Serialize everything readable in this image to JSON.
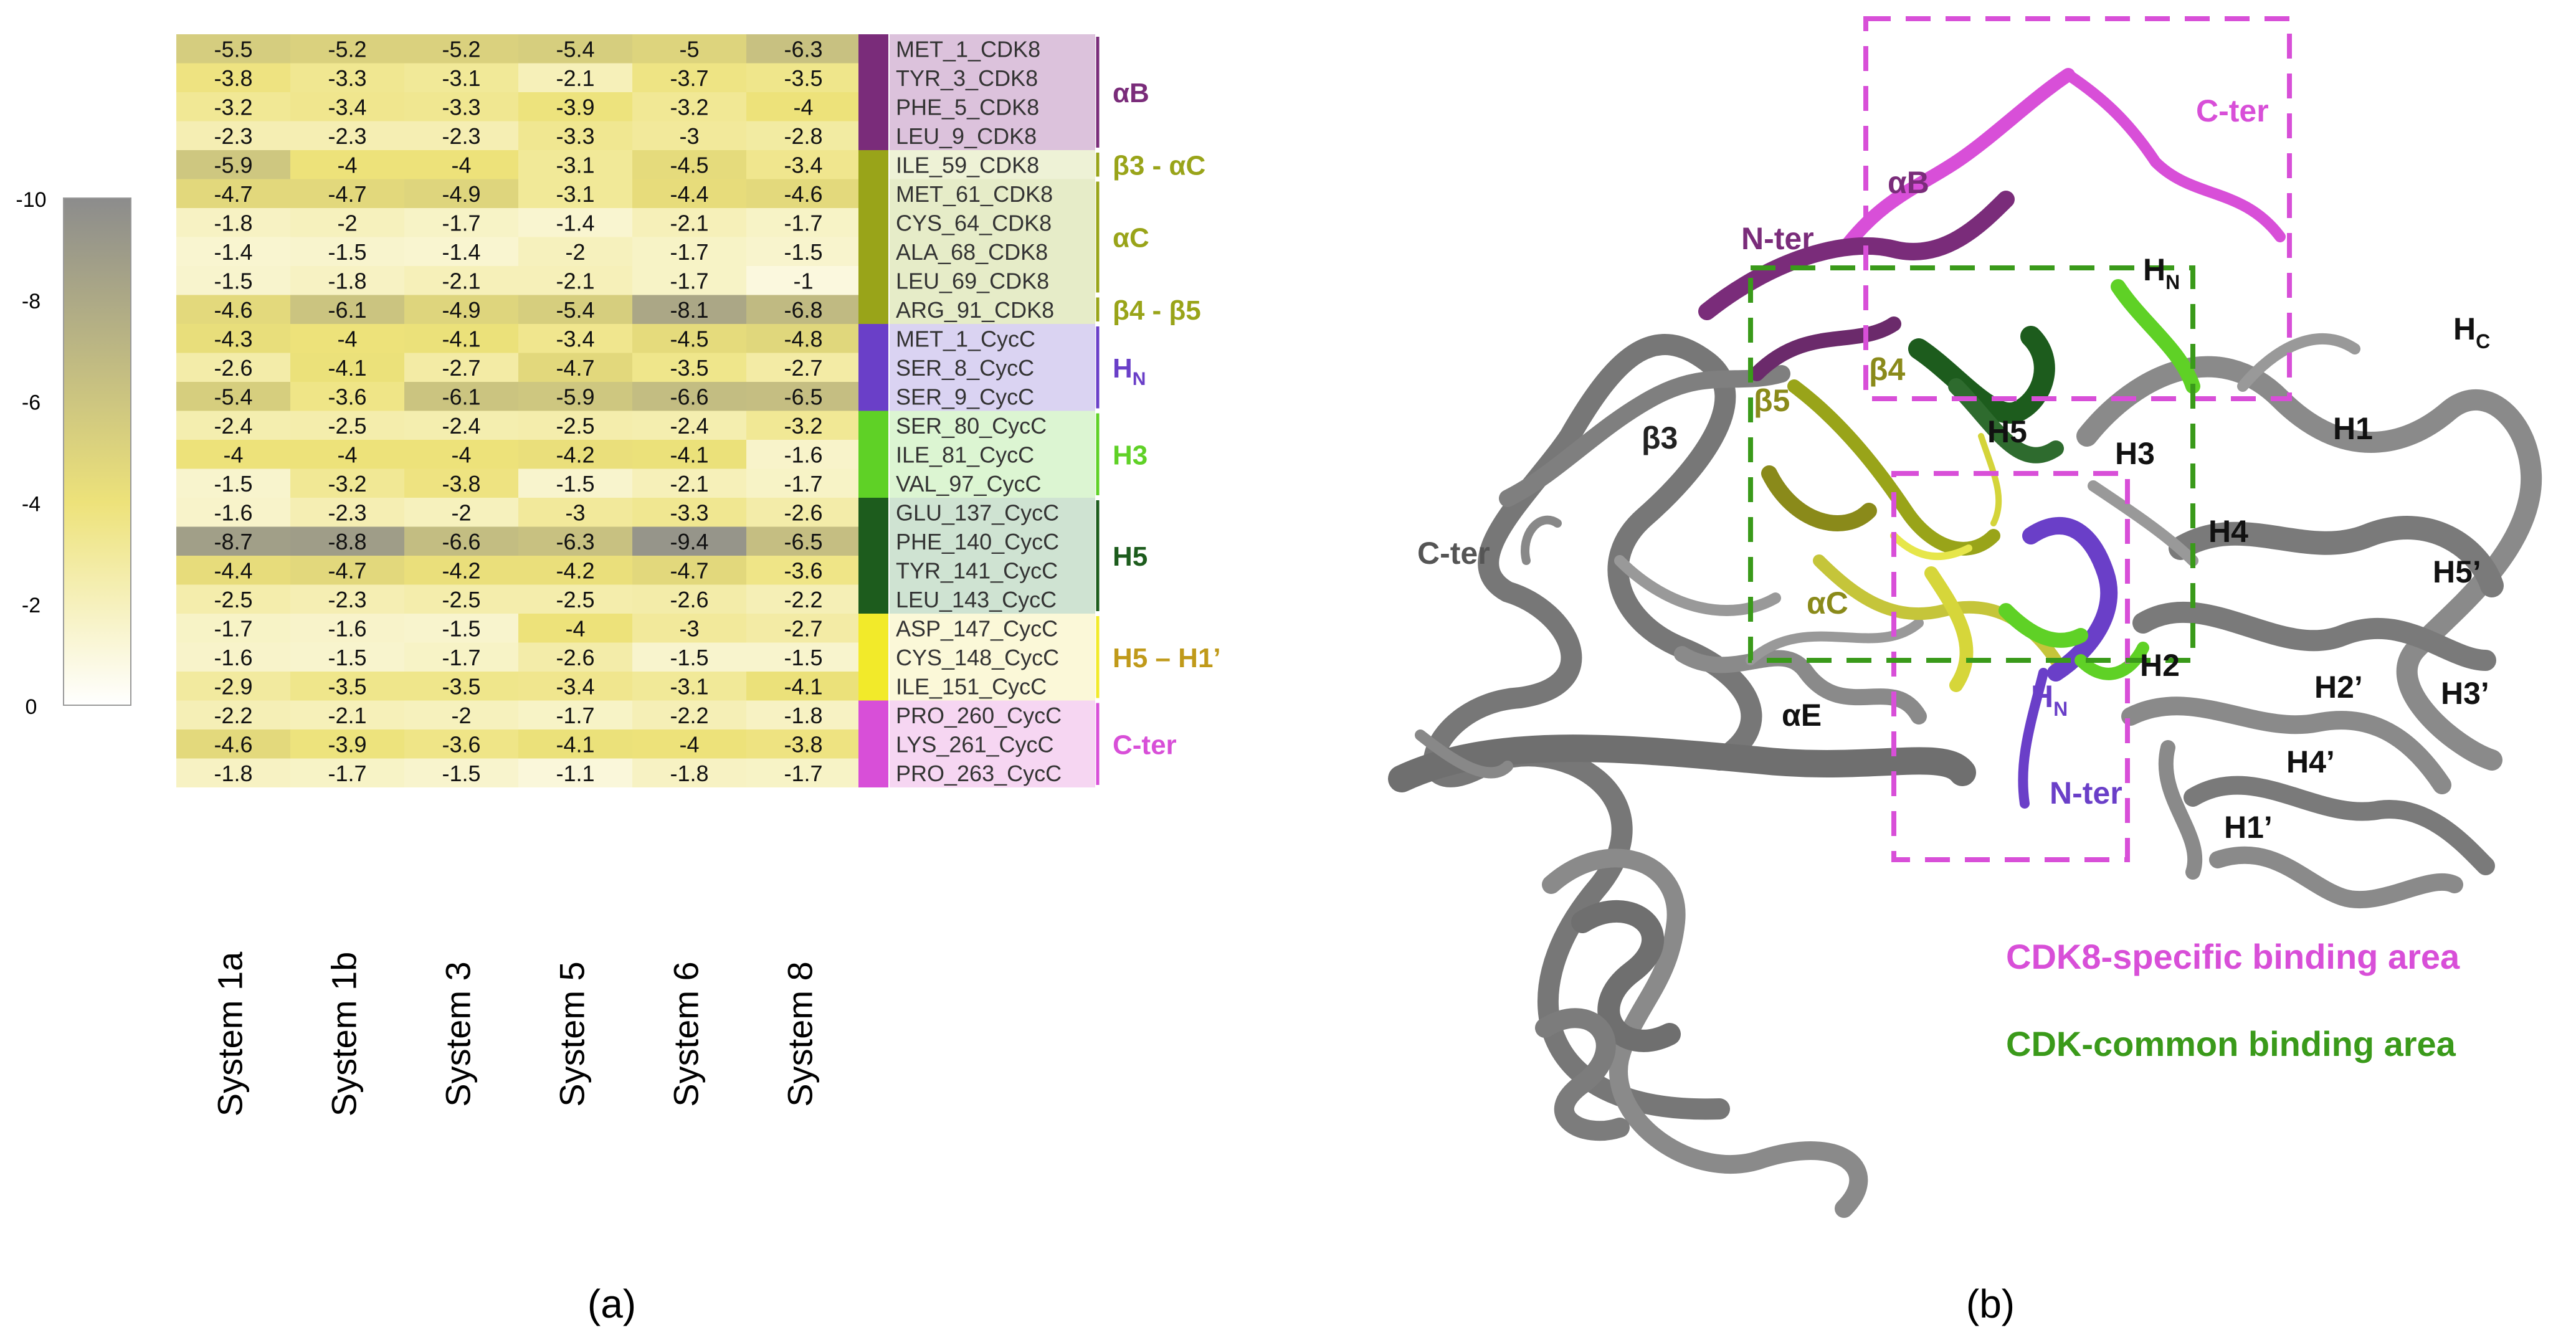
{
  "panel_a_label": "(a)",
  "panel_b_label": "(b)",
  "colorbar_ticks": [
    "-10",
    "-8",
    "-6",
    "-4",
    "-2",
    "0"
  ],
  "colors": {
    "heat_low": "#ffffff",
    "heat_mid": "#ede27a",
    "heat_high": "#8c8c8c",
    "specific": "#d84fd8",
    "common": "#3a9a1a"
  },
  "chart_data": {
    "type": "heatmap",
    "columns": [
      "System 1a",
      "System 1b",
      "System 3",
      "System 5",
      "System 6",
      "System 8"
    ],
    "rows": [
      "MET_1_CDK8",
      "TYR_3_CDK8",
      "PHE_5_CDK8",
      "LEU_9_CDK8",
      "ILE_59_CDK8",
      "MET_61_CDK8",
      "CYS_64_CDK8",
      "ALA_68_CDK8",
      "LEU_69_CDK8",
      "ARG_91_CDK8",
      "MET_1_CycC",
      "SER_8_CycC",
      "SER_9_CycC",
      "SER_80_CycC",
      "ILE_81_CycC",
      "VAL_97_CycC",
      "GLU_137_CycC",
      "PHE_140_CycC",
      "TYR_141_CycC",
      "LEU_143_CycC",
      "ASP_147_CycC",
      "CYS_148_CycC",
      "ILE_151_CycC",
      "PRO_260_CycC",
      "LYS_261_CycC",
      "PRO_263_CycC"
    ],
    "values": [
      [
        "-5.5",
        "-5.2",
        "-5.2",
        "-5.4",
        "-5",
        "-6.3"
      ],
      [
        "-3.8",
        "-3.3",
        "-3.1",
        "-2.1",
        "-3.7",
        "-3.5"
      ],
      [
        "-3.2",
        "-3.4",
        "-3.3",
        "-3.9",
        "-3.2",
        "-4"
      ],
      [
        "-2.3",
        "-2.3",
        "-2.3",
        "-3.3",
        "-3",
        "-2.8"
      ],
      [
        "-5.9",
        "-4",
        "-4",
        "-3.1",
        "-4.5",
        "-3.4"
      ],
      [
        "-4.7",
        "-4.7",
        "-4.9",
        "-3.1",
        "-4.4",
        "-4.6"
      ],
      [
        "-1.8",
        "-2",
        "-1.7",
        "-1.4",
        "-2.1",
        "-1.7"
      ],
      [
        "-1.4",
        "-1.5",
        "-1.4",
        "-2",
        "-1.7",
        "-1.5"
      ],
      [
        "-1.5",
        "-1.8",
        "-2.1",
        "-2.1",
        "-1.7",
        "-1"
      ],
      [
        "-4.6",
        "-6.1",
        "-4.9",
        "-5.4",
        "-8.1",
        "-6.8"
      ],
      [
        "-4.3",
        "-4",
        "-4.1",
        "-3.4",
        "-4.5",
        "-4.8"
      ],
      [
        "-2.6",
        "-4.1",
        "-2.7",
        "-4.7",
        "-3.5",
        "-2.7"
      ],
      [
        "-5.4",
        "-3.6",
        "-6.1",
        "-5.9",
        "-6.6",
        "-6.5"
      ],
      [
        "-2.4",
        "-2.5",
        "-2.4",
        "-2.5",
        "-2.4",
        "-3.2"
      ],
      [
        "-4",
        "-4",
        "-4",
        "-4.2",
        "-4.1",
        "-1.6"
      ],
      [
        "-1.5",
        "-3.2",
        "-3.8",
        "-1.5",
        "-2.1",
        "-1.7"
      ],
      [
        "-1.6",
        "-2.3",
        "-2",
        "-3",
        "-3.3",
        "-2.6"
      ],
      [
        "-8.7",
        "-8.8",
        "-6.6",
        "-6.3",
        "-9.4",
        "-6.5"
      ],
      [
        "-4.4",
        "-4.7",
        "-4.2",
        "-4.2",
        "-4.7",
        "-3.6"
      ],
      [
        "-2.5",
        "-2.3",
        "-2.5",
        "-2.5",
        "-2.6",
        "-2.2"
      ],
      [
        "-1.7",
        "-1.6",
        "-1.5",
        "-4",
        "-3",
        "-2.7"
      ],
      [
        "-1.6",
        "-1.5",
        "-1.7",
        "-2.6",
        "-1.5",
        "-1.5"
      ],
      [
        "-2.9",
        "-3.5",
        "-3.5",
        "-3.4",
        "-3.1",
        "-4.1"
      ],
      [
        "-2.2",
        "-2.1",
        "-2",
        "-1.7",
        "-2.2",
        "-1.8"
      ],
      [
        "-4.6",
        "-3.9",
        "-3.6",
        "-4.1",
        "-4",
        "-3.8"
      ],
      [
        "-1.8",
        "-1.7",
        "-1.5",
        "-1.1",
        "-1.8",
        "-1.7"
      ]
    ],
    "value_range": [
      -10,
      0
    ],
    "groups": [
      {
        "label": "αB",
        "rows": [
          0,
          3
        ],
        "color": "#7a2c7a",
        "bg": "#dcc2dc"
      },
      {
        "label": "β3 - αC",
        "rows": [
          4,
          4
        ],
        "color": "#99a419",
        "bg": "#eef2d6"
      },
      {
        "label": "αC",
        "rows": [
          5,
          8
        ],
        "color": "#99a419",
        "bg": "#e6ecc8"
      },
      {
        "label": "β4 - β5",
        "rows": [
          9,
          9
        ],
        "color": "#99a419",
        "bg": "#e6ecc8"
      },
      {
        "label": "H",
        "sub": "N",
        "rows": [
          10,
          12
        ],
        "color": "#6a3fc8",
        "bg": "#dad3f2"
      },
      {
        "label": "H3",
        "rows": [
          13,
          15
        ],
        "color": "#5fd126",
        "bg": "#dcf5d2"
      },
      {
        "label": "H5",
        "rows": [
          16,
          19
        ],
        "color": "#1d5c1d",
        "bg": "#cfe3d2"
      },
      {
        "label": "H5 – H1’",
        "rows": [
          20,
          22
        ],
        "color": "#f2ea2a",
        "bg": "#fbf8d8"
      },
      {
        "label": "C-ter",
        "rows": [
          23,
          25
        ],
        "color": "#d84fd8",
        "bg": "#f6d6f2"
      }
    ]
  },
  "structure": {
    "labels": [
      {
        "text": "C-ter",
        "color": "#d84fd8"
      },
      {
        "text": "αB",
        "color": "#7a2c7a"
      },
      {
        "text": "N-ter",
        "color": "#7a2c7a"
      },
      {
        "text": "β4",
        "color": "#8a8a1a"
      },
      {
        "text": "β5",
        "color": "#8a8a1a"
      },
      {
        "text": "β3",
        "color": "#222222"
      },
      {
        "text": "H5",
        "color": "#111111"
      },
      {
        "text": "H3",
        "color": "#111111"
      },
      {
        "text": "C-ter",
        "color": "#555555"
      },
      {
        "text": "αC",
        "color": "#8a8a1a"
      },
      {
        "text": "αE",
        "color": "#111111"
      },
      {
        "text": "H2",
        "color": "#111111"
      },
      {
        "text": "N-ter",
        "color": "#6a3fc8"
      },
      {
        "text": "H1",
        "color": "#111111"
      },
      {
        "text": "H4",
        "color": "#111111"
      },
      {
        "text": "H5’",
        "color": "#111111"
      },
      {
        "text": "H2’",
        "color": "#111111"
      },
      {
        "text": "H3’",
        "color": "#111111"
      },
      {
        "text": "H4’",
        "color": "#111111"
      },
      {
        "text": "H1’",
        "color": "#111111"
      }
    ],
    "sub_labels": [
      {
        "text": "H",
        "sub": "N",
        "color": "#111111"
      },
      {
        "text": "H",
        "sub": "C",
        "color": "#111111"
      },
      {
        "text": "H",
        "sub": "N",
        "color": "#6a3fc8"
      }
    ]
  },
  "legend": {
    "specific": "CDK8-specific binding area",
    "common": "CDK-common binding area"
  }
}
